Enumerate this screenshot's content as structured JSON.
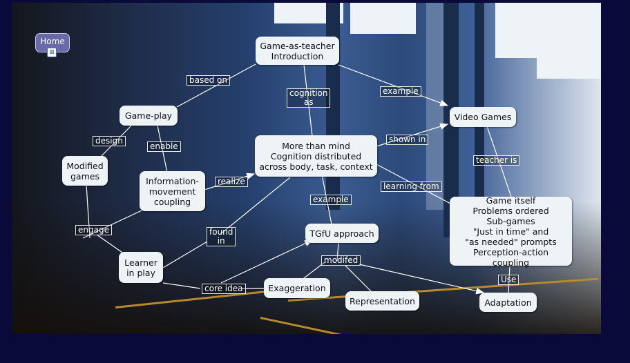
{
  "home": {
    "label": "Home",
    "icon": "sitemap-icon"
  },
  "nodes": {
    "game_as_teacher": "Game-as-teacher\nIntroduction",
    "game_play": "Game-play",
    "video_games": "Video Games",
    "modified_games": "Modified\ngames",
    "more_than_mind": "More than mind\nCognition distributed\nacross body, task, context",
    "info_movement": "Information-\nmovement\ncoupling",
    "tgfu": "TGfU approach",
    "game_itself": "Game itself\nProblems ordered\nSub-games\n\"Just in time\" and\n\"as needed\" prompts\nPerception-action coupling",
    "learner": "Learner\nin play",
    "exaggeration": "Exaggeration",
    "representation": "Representation",
    "adaptation": "Adaptation"
  },
  "links": {
    "based_on": "based on",
    "cognition_as": "cognition\nas",
    "example_top": "example",
    "design": "design",
    "enable": "enable",
    "shown_in": "shown in",
    "teacher_is": "teacher is",
    "realize": "realize",
    "learning_from": "learning from",
    "example_mid": "example",
    "engage": "engage",
    "found_in": "found\nin",
    "modifed": "modifed",
    "use": "Use",
    "core_idea": "core idea"
  },
  "colors": {
    "background": "#0a0a3a",
    "node_fill": "#eef4f6",
    "home_fill": "#6b6aa8",
    "line": "#ffffff"
  }
}
